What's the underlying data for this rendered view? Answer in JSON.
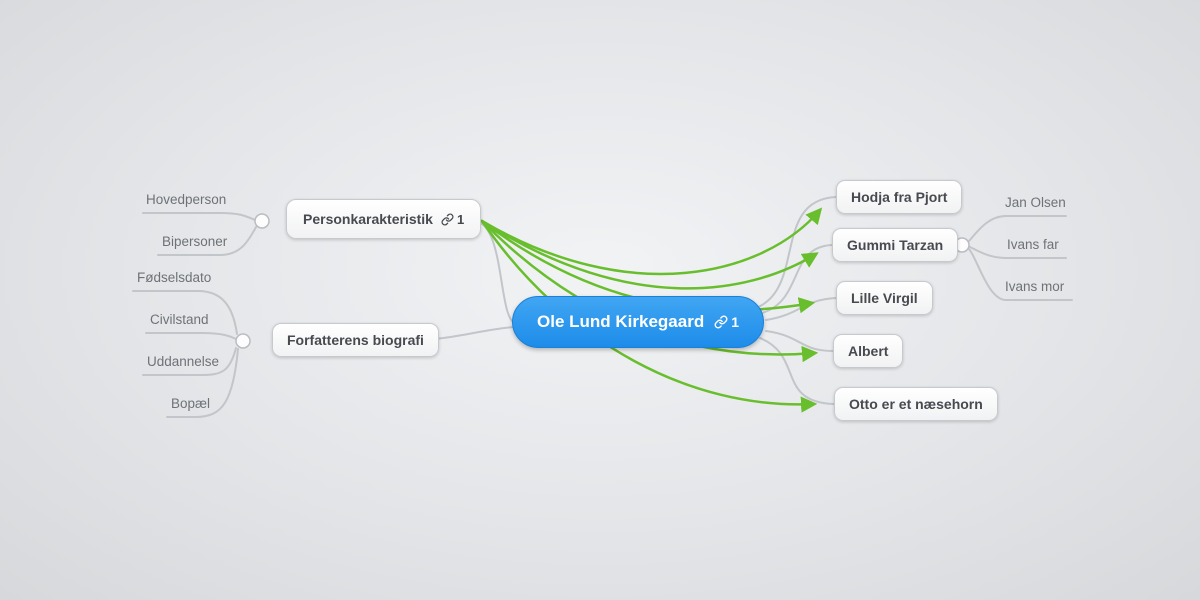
{
  "map": {
    "center": {
      "label": "Ole Lund Kirkegaard",
      "link_count": "1"
    },
    "left_branches": [
      {
        "label": "Personkarakteristik",
        "link_count": "1",
        "children": [
          {
            "label": "Hovedperson"
          },
          {
            "label": "Bipersoner"
          }
        ]
      },
      {
        "label": "Forfatterens biografi",
        "children": [
          {
            "label": "Fødselsdato"
          },
          {
            "label": "Civilstand"
          },
          {
            "label": "Uddannelse"
          },
          {
            "label": "Bopæl"
          }
        ]
      }
    ],
    "right_branches": [
      {
        "label": "Hodja fra Pjort"
      },
      {
        "label": "Gummi Tarzan",
        "children": [
          {
            "label": "Jan Olsen"
          },
          {
            "label": "Ivans far"
          },
          {
            "label": "Ivans mor"
          }
        ]
      },
      {
        "label": "Lille Virgil"
      },
      {
        "label": "Albert"
      },
      {
        "label": "Otto er et næsehorn"
      }
    ],
    "colors": {
      "root_background": "#2e9bf0",
      "connection_green": "#68be2c",
      "line_gray": "#c2c5c9"
    }
  }
}
